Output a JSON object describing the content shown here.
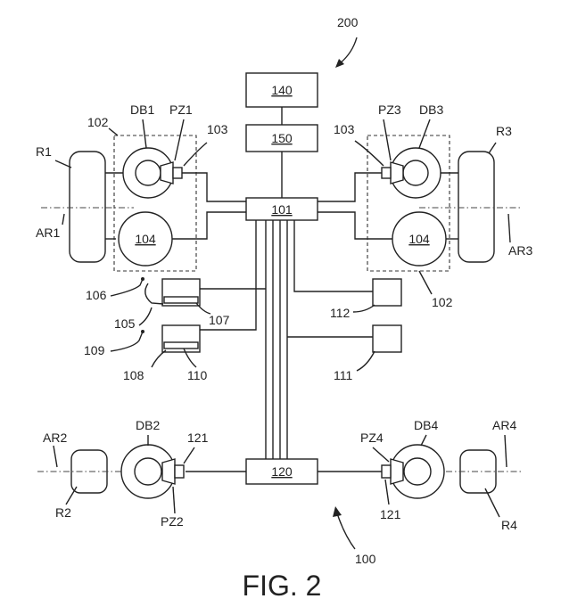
{
  "figure": {
    "caption": "FIG. 2",
    "ref_system": "200",
    "ref_vehicle": "100"
  },
  "boxes": {
    "b140": "140",
    "b150": "150",
    "b101": "101",
    "b120": "120",
    "b104_left": "104",
    "b104_right": "104"
  },
  "labels": {
    "R1": "R1",
    "R2": "R2",
    "R3": "R3",
    "R4": "R4",
    "AR1": "AR1",
    "AR2": "AR2",
    "AR3": "AR3",
    "AR4": "AR4",
    "DB1": "DB1",
    "DB2": "DB2",
    "DB3": "DB3",
    "DB4": "DB4",
    "PZ1": "PZ1",
    "PZ2": "PZ2",
    "PZ3": "PZ3",
    "PZ4": "PZ4",
    "n102_left": "102",
    "n102_right": "102",
    "n103_left": "103",
    "n103_right": "103",
    "n105": "105",
    "n106": "106",
    "n107": "107",
    "n108": "108",
    "n109": "109",
    "n110": "110",
    "n111": "111",
    "n112": "112",
    "n121_left": "121",
    "n121_right": "121"
  }
}
